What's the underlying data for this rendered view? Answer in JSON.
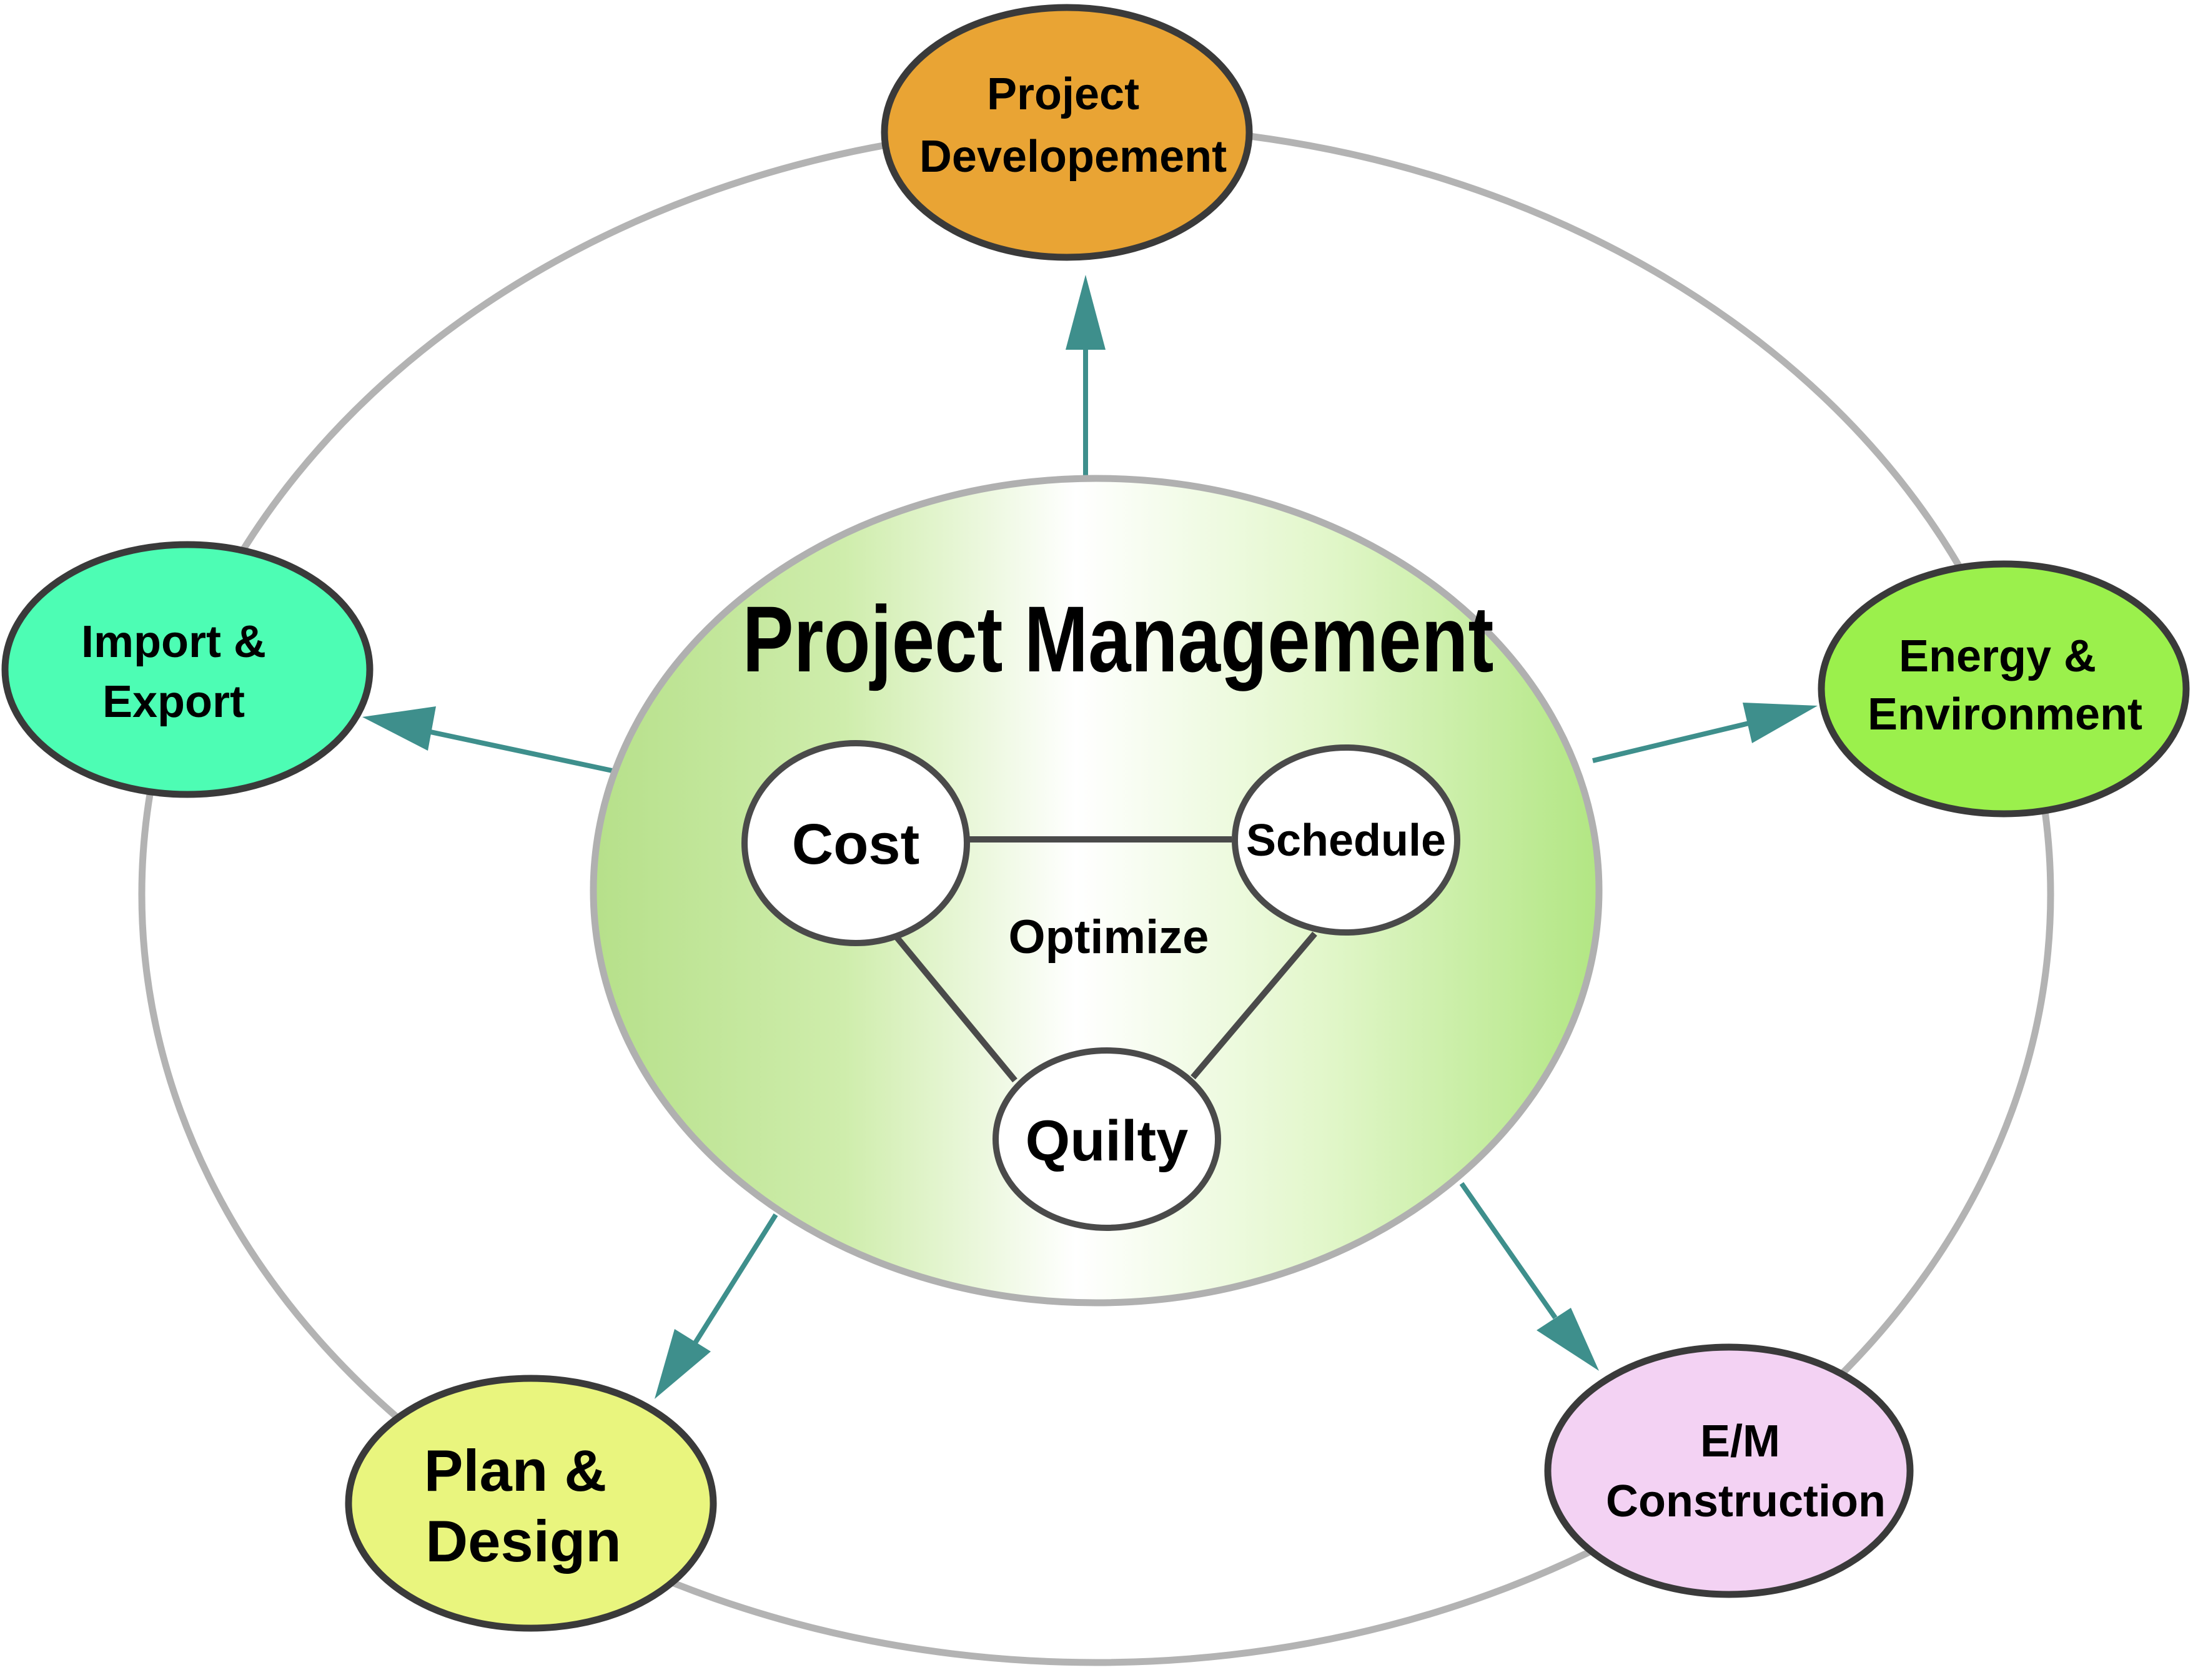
{
  "diagram": {
    "center": {
      "title": "Project Management",
      "optimize_label": "Optimize",
      "factors": {
        "cost": "Cost",
        "schedule": "Schedule",
        "quality": "Quilty"
      }
    },
    "nodes": {
      "development": {
        "line1": "Project",
        "line2": "Developement",
        "color": "#e9a434"
      },
      "import_export": {
        "line1": "Import &",
        "line2": "Export",
        "color": "#4dfdb4"
      },
      "energy": {
        "line1": "Energy &",
        "line2": "Environment",
        "color": "#9bf04c"
      },
      "plan_design": {
        "line1": "Plan &",
        "line2": "Design",
        "color": "#e9f57e"
      },
      "em_construction": {
        "line1": "E/M",
        "line2": "Construction",
        "color": "#f3d2f3"
      }
    },
    "colors": {
      "arrow": "#3e8f8c",
      "ring": "#b3b3b3",
      "center_fill": "#c4eba0"
    }
  }
}
